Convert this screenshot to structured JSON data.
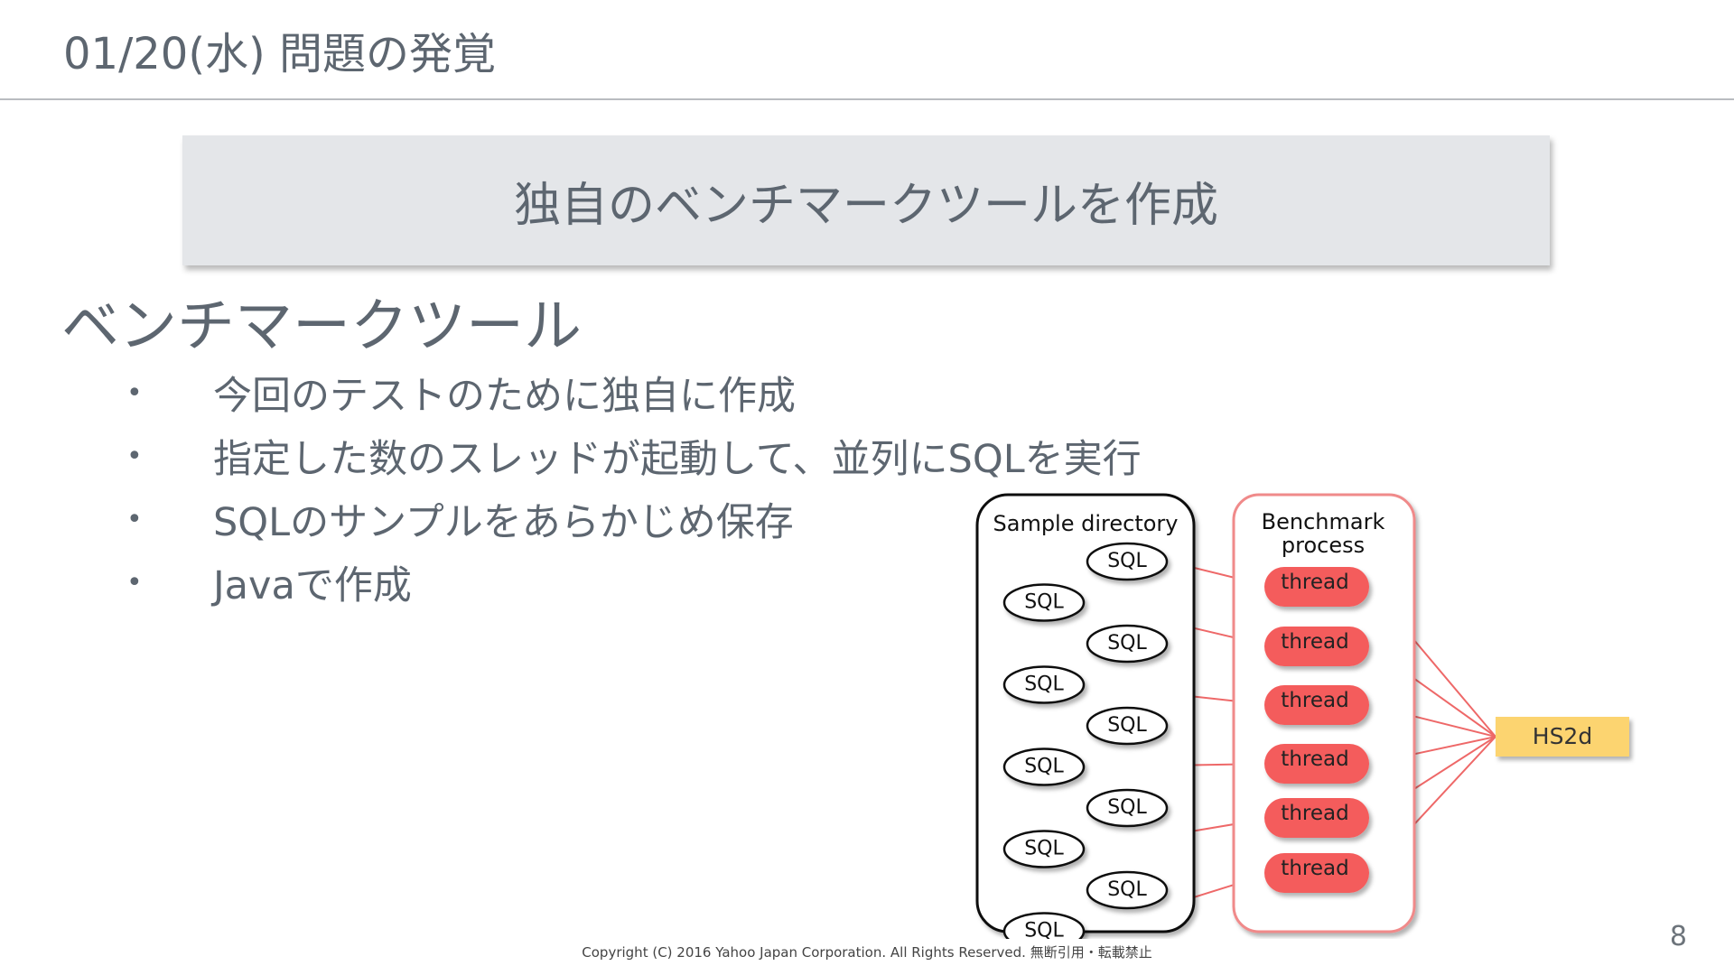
{
  "header": {
    "title": "01/20(水) 問題の発覚"
  },
  "banner": {
    "text": "独自のベンチマークツールを作成"
  },
  "section": {
    "heading": "ベンチマークツール",
    "bullet_marker": "•",
    "bullets": [
      "今回のテストのために独自に作成",
      "指定した数のスレッドが起動して、並列にSQLを実行",
      "SQLのサンプルをあらかじめ保存",
      "Javaで作成"
    ]
  },
  "diagram": {
    "sample_directory_label": "Sample directory",
    "benchmark_label_line1": "Benchmark",
    "benchmark_label_line2": "process",
    "sql_label": "SQL",
    "thread_label": "thread",
    "target_label": "HS2d",
    "sql_count": 10,
    "thread_count": 6,
    "colors": {
      "thread_fill": "#f45c5c",
      "connector": "#ee6868",
      "target_fill": "#fcd470",
      "benchmark_border": "#f08a8a",
      "directory_border": "#111111"
    }
  },
  "footer": {
    "copyright": "Copyright (C) 2016 Yahoo Japan Corporation. All Rights Reserved. 無断引用・転載禁止",
    "page_number": "8"
  }
}
